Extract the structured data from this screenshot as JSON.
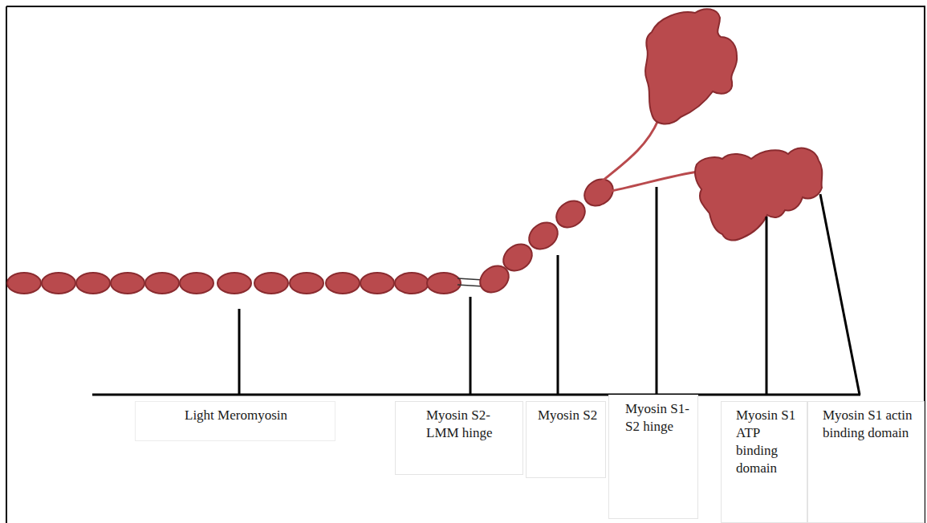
{
  "diagram": {
    "labels": [
      "Light Meromyosin",
      "Myosin S2-LMM hinge",
      "Myosin S2",
      "Myosin S1-S2 hinge",
      "Myosin S1 ATP binding domain",
      "Myosin S1 actin binding domain"
    ]
  }
}
